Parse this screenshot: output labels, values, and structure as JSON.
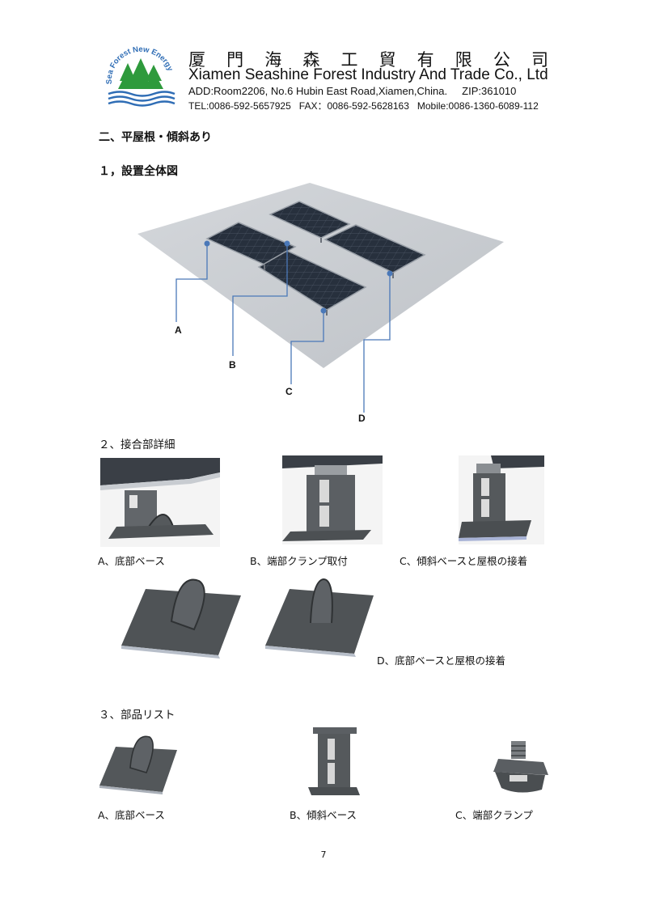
{
  "header": {
    "logo_text": "Sea Forest New Energy",
    "company_jp_chars": [
      "厦",
      "門",
      "海",
      "森",
      "工",
      "貿",
      "有",
      "限",
      "公",
      "司"
    ],
    "company_en": "Xiamen Seashine Forest Industry And Trade Co., Ltd",
    "address": "ADD:Room2206, No.6 Hubin East Road,Xiamen,China.     ZIP:361010",
    "contact": "TEL:0086-592-5657925   FAX：0086-592-5628163   Mobile:0086-1360-6089-112"
  },
  "section_title": "二、平屋根・傾斜あり",
  "overview": {
    "heading": "１，設置全体図",
    "callouts": [
      "A",
      "B",
      "C",
      "D"
    ]
  },
  "joints": {
    "heading": "２、接合部詳細",
    "captions": [
      "A、底部ベース",
      "B、端部クランプ取付",
      "C、傾斜ベースと屋根の接着",
      "D、底部ベースと屋根の接着"
    ]
  },
  "parts": {
    "heading": "３、部品リスト",
    "captions": [
      "A、底部ベース",
      "B、傾斜ベース",
      "C、端部クランプ"
    ]
  },
  "page_number": "7",
  "colors": {
    "roof": "#c9cdd3",
    "panel": "#2a3444",
    "metal": "#565a5d",
    "callout": "#4a78b8"
  }
}
